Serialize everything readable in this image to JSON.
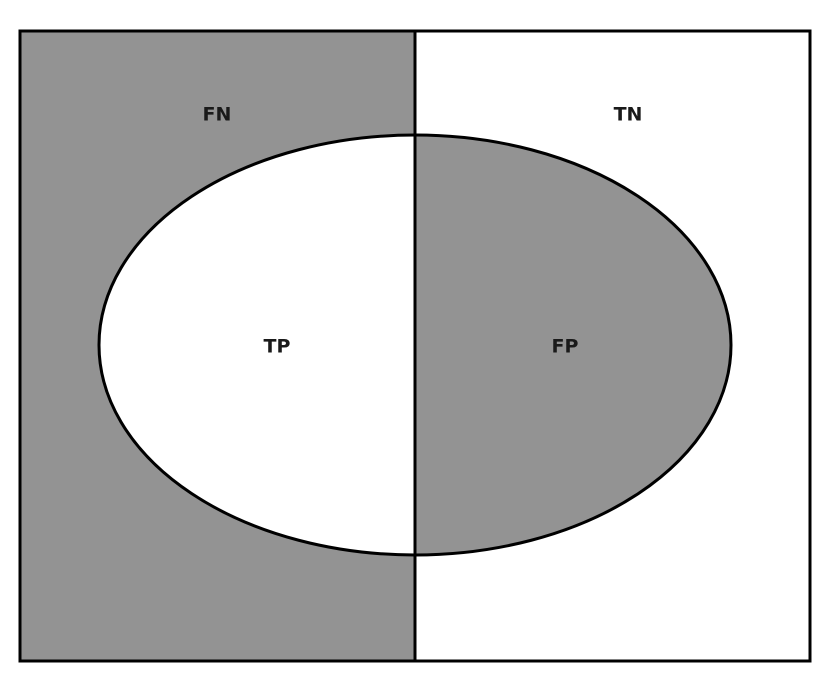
{
  "diagram": {
    "labels": {
      "fn": "FN",
      "tn": "TN",
      "tp": "TP",
      "fp": "FP"
    },
    "colors": {
      "shaded": "#939393",
      "unshaded": "#ffffff",
      "stroke": "#000000"
    }
  }
}
